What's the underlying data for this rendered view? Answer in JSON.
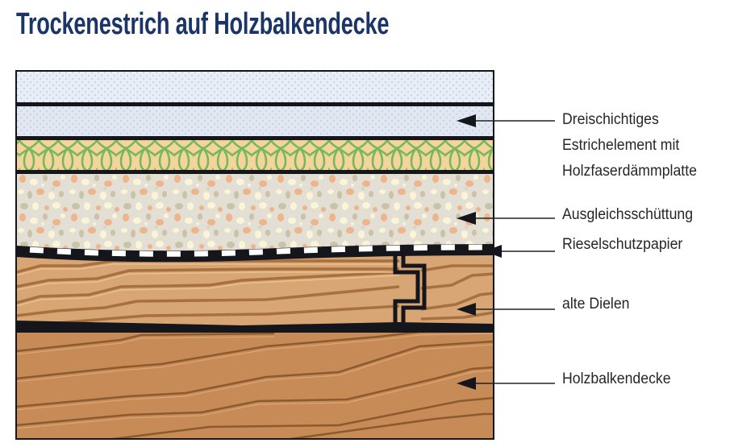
{
  "title": "Trockenestrich auf Holzbalkendecke",
  "colors": {
    "title": "#1b3566",
    "label_text": "#262626",
    "estrich_plate": "#e7eef6",
    "estrich_dots": "#b6c3d4",
    "insulation_fill": "#f2d49c",
    "insulation_lattice": "#78b85a",
    "fill_base": "#e3dfd5",
    "fill_orange": "#eeb48a",
    "fill_cream": "#fbf5d8",
    "fill_olive": "#c9c3a7",
    "paper_black": "#15151c",
    "paper_white": "#ffffff",
    "floorboard": "#d8a574",
    "floorboard_grain": "#a8703f",
    "beam": "#c68b57",
    "beam_grain": "#8c5a2c",
    "outline": "#15151c"
  },
  "labels": [
    {
      "lines": [
        "Dreischichtiges",
        "Estrichelement mit",
        "Holzfaserdämmplatte"
      ]
    },
    {
      "lines": [
        "Ausgleichsschüttung"
      ]
    },
    {
      "lines": [
        "Rieselschutzpapier"
      ]
    },
    {
      "lines": [
        "alte Dielen"
      ]
    },
    {
      "lines": [
        "Holzbalkendecke"
      ]
    }
  ]
}
